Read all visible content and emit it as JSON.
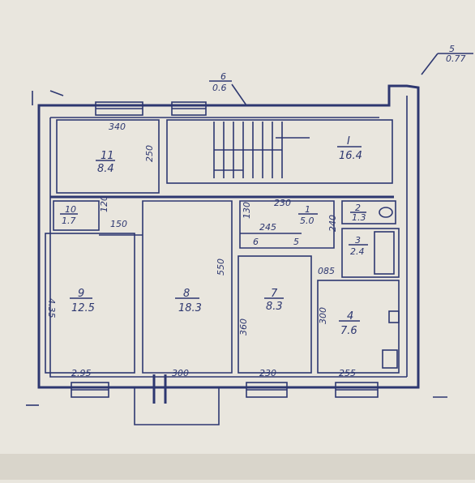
{
  "top_labels": {
    "dim_6": "6",
    "dim_6_value": "0.6",
    "dim_5": "5",
    "dim_5_value": "0.77"
  },
  "rooms": [
    {
      "id": "room-11",
      "num": "11",
      "area": "8.4"
    },
    {
      "id": "room-1-stair",
      "num": "I",
      "area": "16.4"
    },
    {
      "id": "room-10",
      "num": "10",
      "area": "1.7"
    },
    {
      "id": "room-1",
      "num": "1",
      "area": "5.0"
    },
    {
      "id": "room-2",
      "num": "2",
      "area": "1.3"
    },
    {
      "id": "room-3",
      "num": "3",
      "area": "2.4"
    },
    {
      "id": "room-9",
      "num": "9",
      "area": "12.5"
    },
    {
      "id": "room-8",
      "num": "8",
      "area": "18.3"
    },
    {
      "id": "room-7",
      "num": "7",
      "area": "8.3"
    },
    {
      "id": "room-4",
      "num": "4",
      "area": "7.6"
    }
  ],
  "dimensions": {
    "d_340": "340",
    "d_250": "250",
    "d_120": "120",
    "d_150": "150",
    "d_230_a": "230",
    "d_130": "130",
    "d_245": "245",
    "d_5": "5",
    "d_6": "6",
    "d_240": "240",
    "d_085": "085",
    "d_435": "4.35",
    "d_550": "550",
    "d_360": "360",
    "d_300_v": "300",
    "d_295": "2.95",
    "d_300_h": "300",
    "d_230_b": "230",
    "d_255": "255"
  }
}
